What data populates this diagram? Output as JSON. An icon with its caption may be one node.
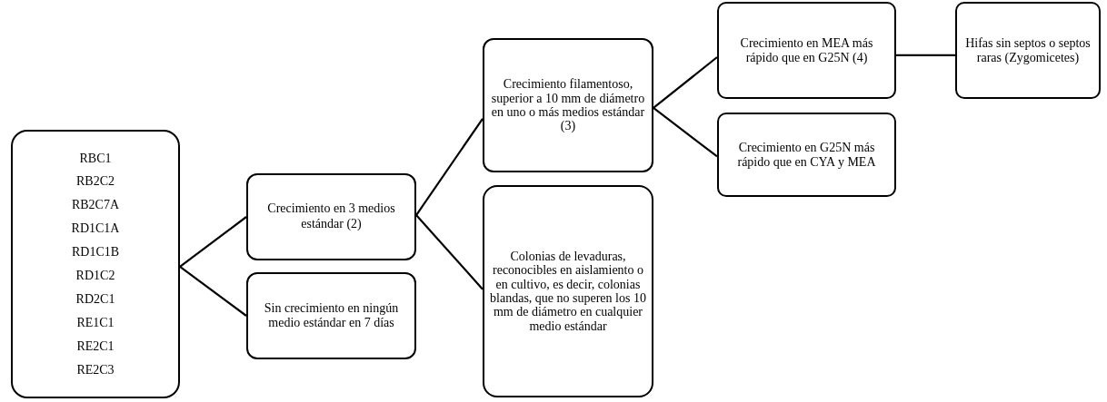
{
  "diagram": {
    "nodes": [
      {
        "text": [
          "RBC1",
          "RB2C2",
          "RB2C7A",
          "RD1C1A",
          "RD1C1B",
          "RD1C2",
          "RD2C1",
          "RE1C1",
          "RE2C1",
          "RE2C3"
        ]
      },
      {
        "text": [
          "Crecimiento en 3 medios estándar (2)"
        ]
      },
      {
        "text": [
          "Sin crecimiento en ningún medio estándar en 7 días"
        ]
      },
      {
        "text": [
          "Crecimiento filamentoso, superior a 10 mm de diámetro en uno o más medios estándar (3)"
        ]
      },
      {
        "text": [
          "Colonias de levaduras, reconocibles en aislamiento o en cultivo, es decir, colonias blandas, que no superen los 10 mm de diámetro en cualquier medio estándar"
        ]
      },
      {
        "text": [
          "Crecimiento en MEA más rápido que en G25N (4)"
        ]
      },
      {
        "text": [
          "Crecimiento en G25N más rápido que en CYA y MEA"
        ]
      },
      {
        "text": [
          "Hifas sin septos o septos raras (Zygomicetes)"
        ]
      }
    ],
    "edges": [
      {
        "from": 0,
        "to": 1,
        "arrow": "none"
      },
      {
        "from": 0,
        "to": 2,
        "arrow": "none"
      },
      {
        "from": 1,
        "to": 3,
        "arrow": "none"
      },
      {
        "from": 1,
        "to": 4,
        "arrow": "none"
      },
      {
        "from": 3,
        "to": 5,
        "arrow": "none"
      },
      {
        "from": 3,
        "to": 6,
        "arrow": "none"
      },
      {
        "from": 5,
        "to": 7,
        "arrow": "none"
      }
    ]
  }
}
